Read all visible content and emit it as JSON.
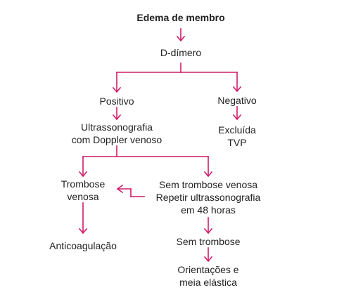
{
  "colors": {
    "connector": "#d01c6b",
    "text": "#222222",
    "background": "#ffffff"
  },
  "nodes": {
    "title": "Edema de membro",
    "d_dimero": "D-dímero",
    "positivo": "Positivo",
    "negativo": "Negativo",
    "ultrassonografia": [
      "Ultrassonografia",
      "com Doppler venoso"
    ],
    "excluida_tvp": [
      "Excluída",
      "TVP"
    ],
    "trombose_venosa": [
      "Trombose",
      "venosa"
    ],
    "sem_trombose_venosa": [
      "Sem trombose venosa",
      "Repetir ultrassonografia",
      "em 48 horas"
    ],
    "anticoagulacao": "Anticoagulação",
    "sem_trombose": "Sem trombose",
    "orientacoes": [
      "Orientações e",
      "meia elástica"
    ]
  }
}
